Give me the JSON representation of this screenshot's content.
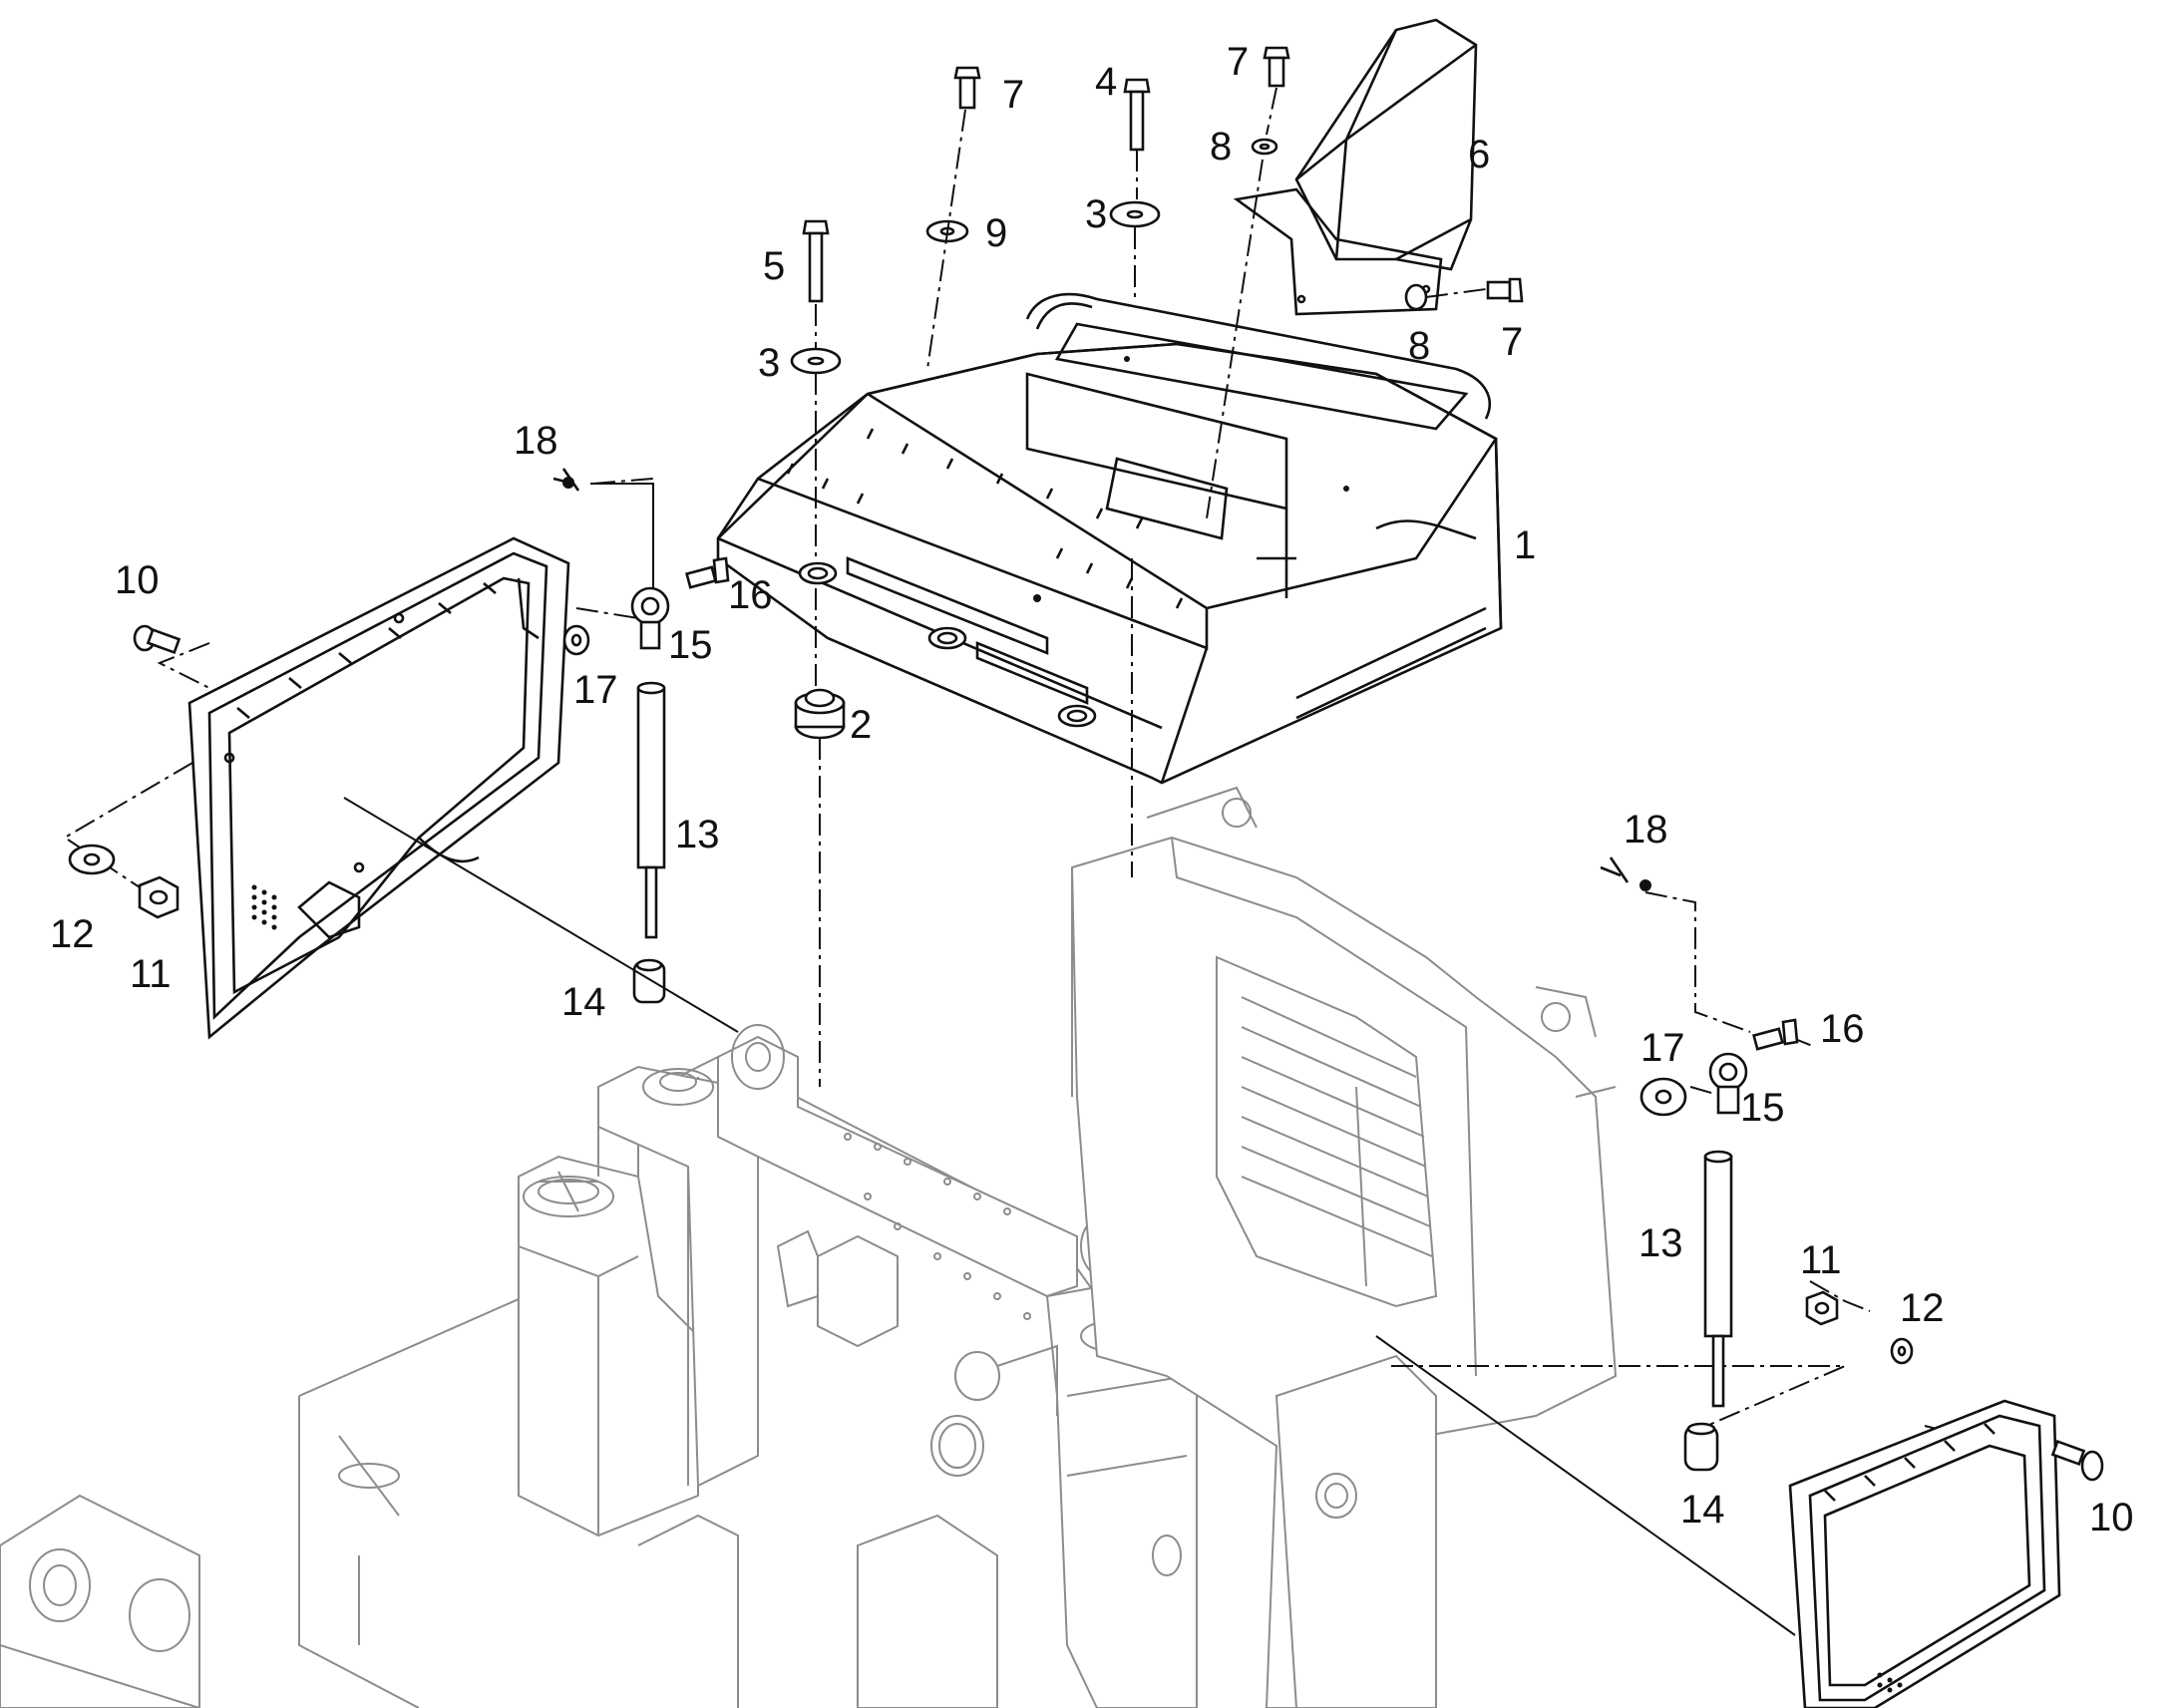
{
  "colors": {
    "line": "#111111",
    "ghost": "#8c8c8c",
    "background": "#ffffff"
  },
  "callouts": [
    {
      "id": "c1",
      "text": "1"
    },
    {
      "id": "c2",
      "text": "2"
    },
    {
      "id": "c3a",
      "text": "3"
    },
    {
      "id": "c3b",
      "text": "3"
    },
    {
      "id": "c4",
      "text": "4"
    },
    {
      "id": "c5",
      "text": "5"
    },
    {
      "id": "c6",
      "text": "6"
    },
    {
      "id": "c7a",
      "text": "7"
    },
    {
      "id": "c7b",
      "text": "7"
    },
    {
      "id": "c7c",
      "text": "7"
    },
    {
      "id": "c8a",
      "text": "8"
    },
    {
      "id": "c8b",
      "text": "8"
    },
    {
      "id": "c9",
      "text": "9"
    },
    {
      "id": "c10a",
      "text": "10"
    },
    {
      "id": "c10b",
      "text": "10"
    },
    {
      "id": "c11a",
      "text": "11"
    },
    {
      "id": "c11b",
      "text": "11"
    },
    {
      "id": "c12a",
      "text": "12"
    },
    {
      "id": "c12b",
      "text": "12"
    },
    {
      "id": "c13a",
      "text": "13"
    },
    {
      "id": "c13b",
      "text": "13"
    },
    {
      "id": "c14a",
      "text": "14"
    },
    {
      "id": "c14b",
      "text": "14"
    },
    {
      "id": "c15a",
      "text": "15"
    },
    {
      "id": "c15b",
      "text": "15"
    },
    {
      "id": "c16a",
      "text": "16"
    },
    {
      "id": "c16b",
      "text": "16"
    },
    {
      "id": "c17a",
      "text": "17"
    },
    {
      "id": "c17b",
      "text": "17"
    },
    {
      "id": "c18a",
      "text": "18"
    },
    {
      "id": "c18b",
      "text": "18"
    }
  ]
}
